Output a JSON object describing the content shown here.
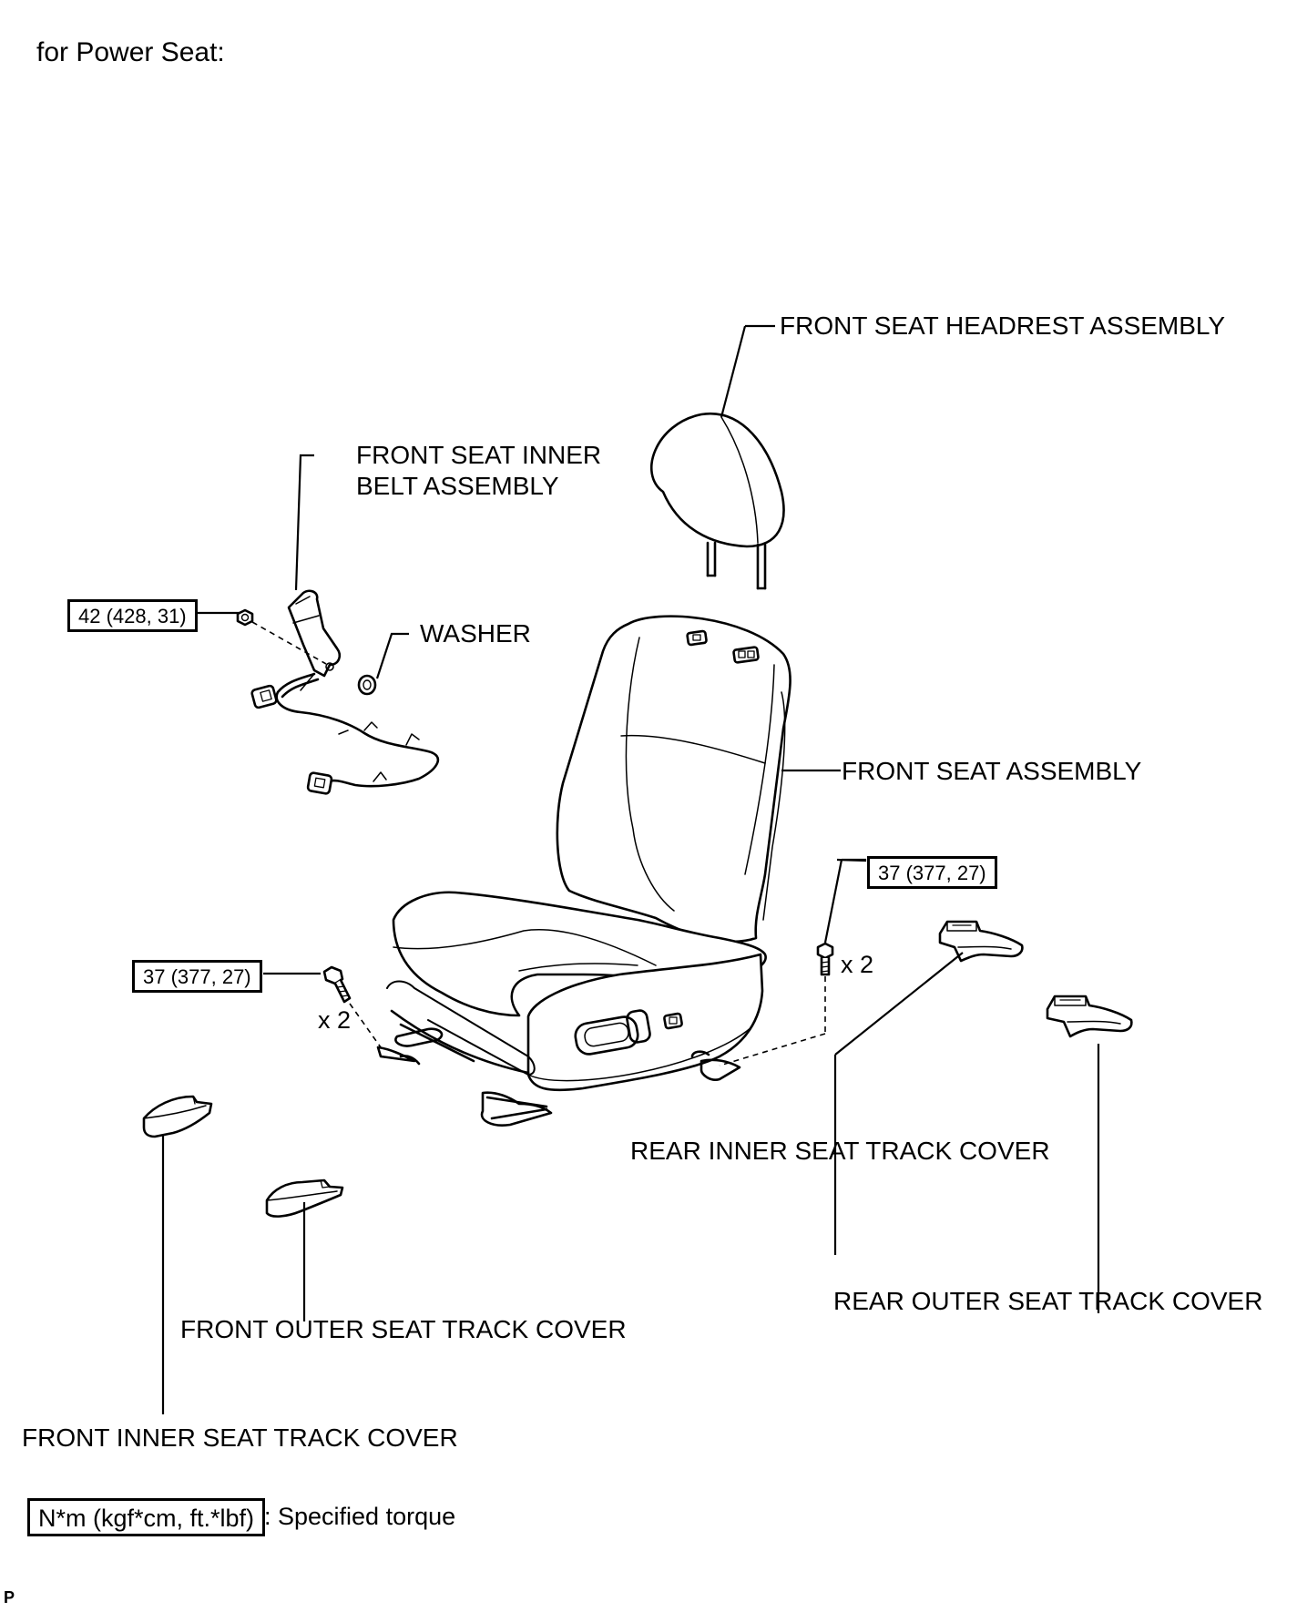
{
  "heading": "for Power Seat:",
  "labels": {
    "headrest": "FRONT SEAT HEADREST ASSEMBLY",
    "inner_belt_line1": "FRONT SEAT INNER",
    "inner_belt_line2": "BELT ASSEMBLY",
    "washer": "WASHER",
    "seat_assembly": "FRONT SEAT ASSEMBLY",
    "rear_inner_cover": "REAR INNER SEAT TRACK COVER",
    "rear_outer_cover": "REAR OUTER SEAT TRACK COVER",
    "front_outer_cover": "FRONT OUTER SEAT TRACK COVER",
    "front_inner_cover": "FRONT INNER SEAT TRACK COVER"
  },
  "torques": {
    "belt_nut": "42 (428, 31)",
    "front_bolt": "37 (377, 27)",
    "rear_bolt": "37 (377, 27)"
  },
  "quantities": {
    "front_bolt": "x 2",
    "rear_bolt": "x 2"
  },
  "legend": {
    "box": "N*m (kgf*cm, ft.*lbf)",
    "text": ": Specified torque"
  },
  "corner_mark": "P"
}
